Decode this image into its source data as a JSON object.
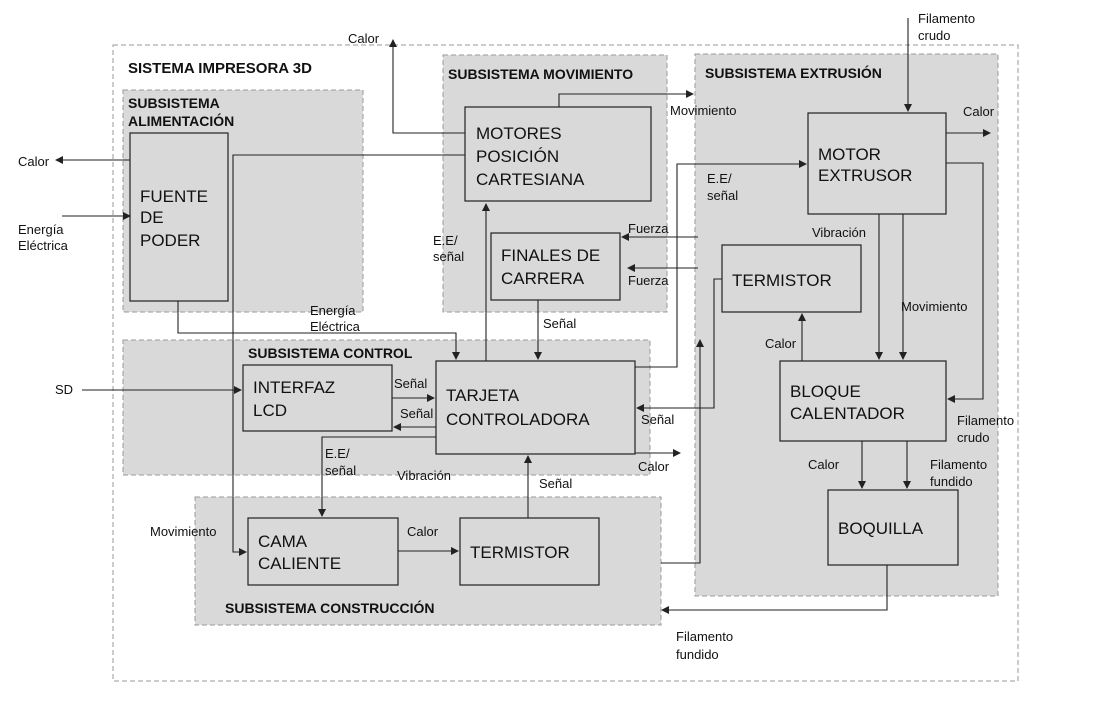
{
  "title": "SISTEMA IMPRESORA 3D",
  "subsystems": {
    "alimentacion": [
      "SUBSISTEMA",
      "ALIMENTACIÓN"
    ],
    "movimiento": "SUBSISTEMA MOVIMIENTO",
    "extrusion": "SUBSISTEMA EXTRUSIÓN",
    "control": "SUBSISTEMA CONTROL",
    "construccion": "SUBSISTEMA CONSTRUCCIÓN"
  },
  "blocks": {
    "fuente": [
      "FUENTE",
      "DE",
      "PODER"
    ],
    "motores": [
      "MOTORES",
      "POSICIÓN",
      "CARTESIANA"
    ],
    "finales": [
      "FINALES DE",
      "CARRERA"
    ],
    "motor_extrusor": [
      "MOTOR",
      "EXTRUSOR"
    ],
    "termistor_ext": [
      "TERMISTOR"
    ],
    "bloque": [
      "BLOQUE",
      "CALENTADOR"
    ],
    "boquilla": [
      "BOQUILLA"
    ],
    "interfaz": [
      "INTERFAZ",
      "LCD"
    ],
    "tarjeta": [
      "TARJETA",
      "CONTROLADORA"
    ],
    "cama": [
      "CAMA",
      "CALIENTE"
    ],
    "termistor_cam": [
      "TERMISTOR"
    ]
  },
  "labels": {
    "calor_top": "Calor",
    "calor_left": "Calor",
    "energia_in": [
      "Energía",
      "Eléctrica"
    ],
    "energia_out": [
      "Energía",
      "Eléctrica"
    ],
    "movimiento_top": "Movimiento",
    "filamento_crudo_top": [
      "Filamento",
      "crudo"
    ],
    "calor_motor_ext": "Calor",
    "ee_senal_ext": [
      "E.E/",
      "señal"
    ],
    "fuerza_1": "Fuerza",
    "fuerza_2": "Fuerza",
    "ee_senal_mov": [
      "E.E/",
      "señal"
    ],
    "senal_finales": "Señal",
    "vibracion_ext": "Vibración",
    "movimiento_ext": "Movimiento",
    "calor_termistor": "Calor",
    "sd": "SD",
    "senal_lcd_1": "Señal",
    "senal_lcd_2": "Señal",
    "senal_termistor_ext": "Señal",
    "filamento_crudo_bloque": [
      "Filamento",
      "crudo"
    ],
    "calor_bloque": "Calor",
    "filamento_fundido_bloque": [
      "Filamento",
      "fundido"
    ],
    "ee_senal_cama": [
      "E.E/",
      "señal"
    ],
    "vibracion_tarjeta": "Vibración",
    "calor_tarjeta": "Calor",
    "senal_termistor_cam": "Señal",
    "movimiento_cama": "Movimiento",
    "calor_cama": "Calor",
    "filamento_fundido_bottom": [
      "Filamento",
      "fundido"
    ]
  }
}
